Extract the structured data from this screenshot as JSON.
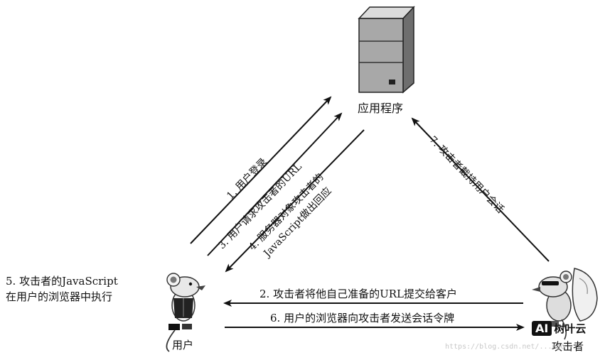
{
  "nodes": {
    "server_label": "应用程序",
    "user_label": "用户",
    "attacker_label": "攻击者",
    "user_note_line1": "5. 攻击者的JavaScript",
    "user_note_line2": "在用户的浏览器中执行"
  },
  "steps": {
    "step1": "1. 用户登录",
    "step3": "3. 用户请求攻击者的URL",
    "step4_line1": "4. 服务器对象攻击者的",
    "step4_line2": "JavaScript做出回应",
    "step7": "7. 攻击者截持用户会话",
    "step2": "2. 攻击者将他自己准备的URL提交给客户",
    "step6": "6. 用户的浏览器向攻击者发送会话令牌"
  },
  "watermark": {
    "url": "https://blog.csdn.net/...ngo",
    "badge_mark": "AI",
    "badge_name": "树叶云"
  }
}
